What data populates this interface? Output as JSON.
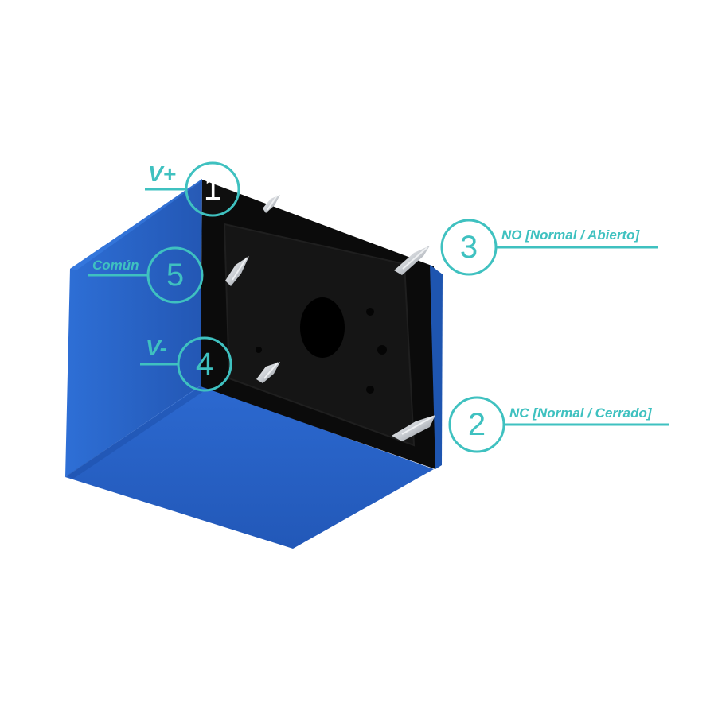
{
  "colors": {
    "accent": "#3fc1c0",
    "relay_body": "#2563c2",
    "relay_base": "#0a0a0a",
    "pin": "#c9cdd2"
  },
  "pins": [
    {
      "number": "1",
      "label": "V+"
    },
    {
      "number": "5",
      "label": "Común"
    },
    {
      "number": "4",
      "label": "V-"
    },
    {
      "number": "3",
      "label": "NO [Normal / Abierto]"
    },
    {
      "number": "2",
      "label": "NC [Normal / Cerrado]"
    }
  ]
}
